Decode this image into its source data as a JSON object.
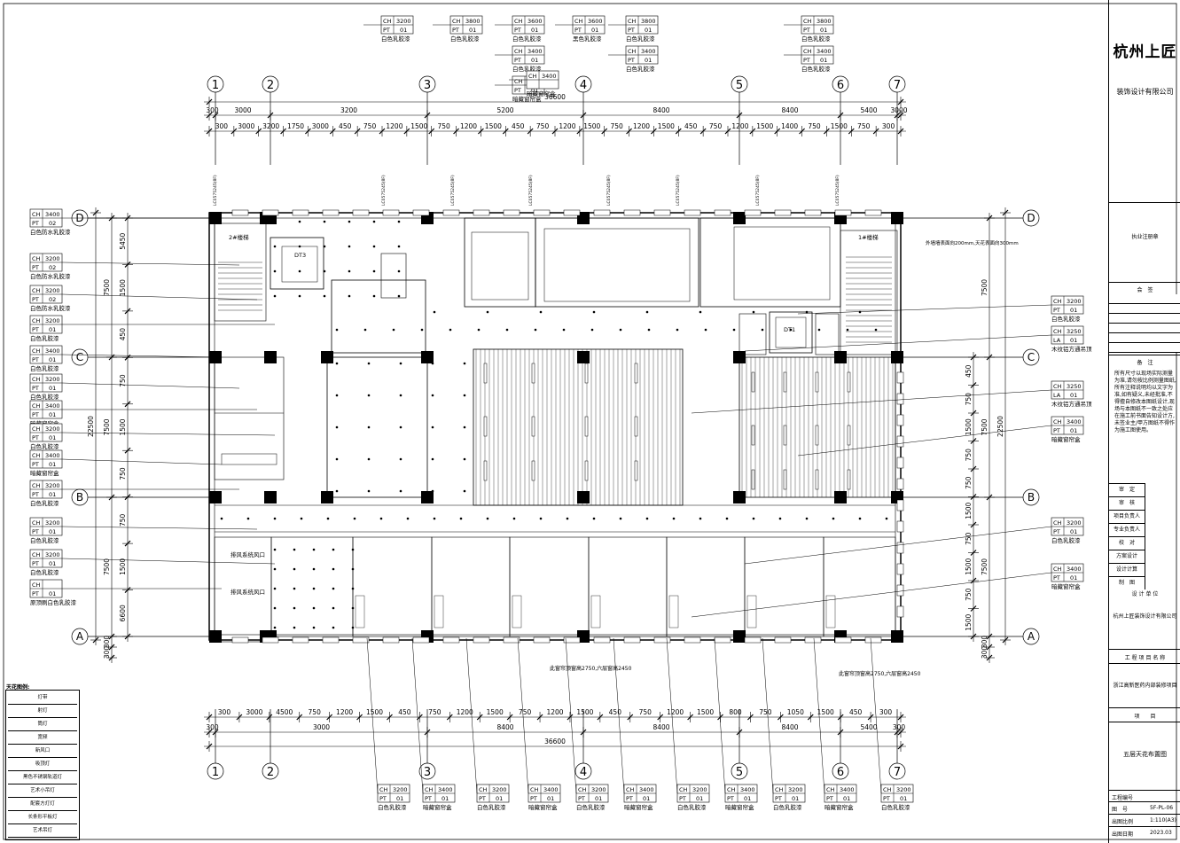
{
  "title_block": {
    "company": "杭州上匠",
    "company_full": "装饰设计有限公司",
    "reg_seal": "执业注册章",
    "countersign": "会　签",
    "remarks_title": "备　注",
    "remarks_text": "所有尺寸以现场实际测量为准,请勿按比例测量图纸,所有注释说明均以文字为准,如有疑义,未经批准,不得擅自修改本图纸设计,现场与本图纸不一致之处应在施工前书面告知设计方,未签业主/甲方图纸不得作为施工图使用。",
    "rows": [
      "审　定",
      "审　核",
      "项目负责人",
      "专业负责人",
      "校　对",
      "方案设计",
      "设计计算",
      "制　图"
    ],
    "design_unit_label": "设 计 单 位",
    "design_unit": "杭州上匠装饰设计有限公司",
    "project_name_label": "工 程 项 目 名 称",
    "project_name": "浙江高新医药内部装修项目",
    "item_label": "项　　目",
    "drawing_title": "五层天花布置图",
    "project_no_label": "工程编号",
    "drawing_no_label": "图　号",
    "drawing_no": "5F-PL-06",
    "scale_label": "出图比例",
    "scale": "1:110(A3)",
    "date_label": "出图日期",
    "date": "2023.03"
  },
  "grid": {
    "cols": [
      "1",
      "2",
      "3",
      "4",
      "5",
      "6",
      "7"
    ],
    "rows": [
      "D",
      "C",
      "B",
      "A"
    ]
  },
  "dims": {
    "top_total": "36600",
    "bottom_total": "36600",
    "top_row1": [
      "300",
      "3000",
      "3200",
      "5200",
      "8400",
      "8400",
      "5400",
      "3000",
      "300"
    ],
    "top_row2": [
      "300",
      "3000",
      "3200",
      "1750",
      "3000",
      "450",
      "750",
      "1200",
      "1500",
      "750",
      "1200",
      "1500",
      "450",
      "750",
      "1200",
      "1500",
      "750",
      "1200",
      "1500",
      "450",
      "750",
      "1200",
      "1500",
      "1400",
      "750",
      "1500",
      "750",
      "300"
    ],
    "bottom_row1": [
      "300",
      "3000",
      "4500",
      "750",
      "1200",
      "1500",
      "450",
      "750",
      "1200",
      "1500",
      "750",
      "1200",
      "1500",
      "450",
      "750",
      "1200",
      "1500",
      "800",
      "750",
      "1050",
      "1500",
      "450",
      "300"
    ],
    "bottom_row2": [
      "300",
      "3000",
      "8400",
      "8400",
      "8400",
      "5400",
      "300"
    ],
    "left_total": "22500",
    "left_spans": [
      "7500",
      "7500",
      "7500",
      "300",
      "300"
    ],
    "left_inner": [
      "5450",
      "1500",
      "450",
      "750",
      "1500",
      "750",
      "750",
      "1500",
      "6600"
    ],
    "right_total": "22500",
    "right_spans": [
      "7500",
      "7500",
      "7500",
      "300",
      "300"
    ],
    "right_inner": [
      "450",
      "750",
      "1500",
      "750",
      "750",
      "1500",
      "750",
      "1500",
      "750",
      "1500"
    ]
  },
  "tags": {
    "top": [
      {
        "ch": "3200",
        "code": "PT",
        "no": "01",
        "text": "白色乳胶漆"
      },
      {
        "ch": "3800",
        "code": "PT",
        "no": "01",
        "text": "白色乳胶漆"
      },
      {
        "ch": "3600",
        "code": "PT",
        "no": "01",
        "text": "白色乳胶漆"
      },
      {
        "ch": "3400",
        "code": "PT",
        "no": "01",
        "text": "白色乳胶漆"
      },
      {
        "ch": "3400",
        "code": "PT",
        "no": "01",
        "text": "暗藏窗帘盒"
      },
      {
        "ch": "3600",
        "code": "PT",
        "no": "01",
        "text": "黑色乳胶漆"
      },
      {
        "ch": "3800",
        "code": "PT",
        "no": "01",
        "text": "白色乳胶漆"
      },
      {
        "ch": "3400",
        "code": "PT",
        "no": "01",
        "text": "白色乳胶漆"
      },
      {
        "ch": "3400",
        "code": "",
        "no": "",
        "text": "暗藏窗帘盒"
      },
      {
        "ch": "3800",
        "code": "PT",
        "no": "01",
        "text": "白色乳胶漆"
      },
      {
        "ch": "3400",
        "code": "PT",
        "no": "01",
        "text": "白色乳胶漆"
      }
    ],
    "left": [
      {
        "ch": "3400",
        "code": "PT",
        "no": "02",
        "text": "白色防水乳胶漆"
      },
      {
        "ch": "3200",
        "code": "PT",
        "no": "02",
        "text": "白色防水乳胶漆"
      },
      {
        "ch": "3200",
        "code": "PT",
        "no": "02",
        "text": "白色防水乳胶漆"
      },
      {
        "ch": "3200",
        "code": "PT",
        "no": "01",
        "text": "白色乳胶漆"
      },
      {
        "ch": "3400",
        "code": "PT",
        "no": "01",
        "text": "白色乳胶漆"
      },
      {
        "ch": "3200",
        "code": "PT",
        "no": "01",
        "text": "白色乳胶漆"
      },
      {
        "ch": "3400",
        "code": "PT",
        "no": "01",
        "text": "暗藏窗帘盒"
      },
      {
        "ch": "3200",
        "code": "PT",
        "no": "01",
        "text": "白色乳胶漆"
      },
      {
        "ch": "3400",
        "code": "PT",
        "no": "01",
        "text": "暗藏窗帘盒"
      },
      {
        "ch": "3200",
        "code": "PT",
        "no": "01",
        "text": "白色乳胶漆"
      },
      {
        "ch": "3200",
        "code": "PT",
        "no": "01",
        "text": "白色乳胶漆"
      },
      {
        "ch": "3200",
        "code": "PT",
        "no": "01",
        "text": "白色乳胶漆"
      },
      {
        "ch": "",
        "code": "PT",
        "no": "01",
        "text": "原顶刷白色乳胶漆"
      }
    ],
    "right": [
      {
        "ch": "3200",
        "code": "PT",
        "no": "01",
        "text": "白色乳胶漆"
      },
      {
        "ch": "3250",
        "code": "LA",
        "no": "01",
        "text": "木纹铝方通吊顶"
      },
      {
        "ch": "3250",
        "code": "LA",
        "no": "01",
        "text": "木纹铝方通吊顶"
      },
      {
        "ch": "3400",
        "code": "PT",
        "no": "01",
        "text": "暗藏窗帘盒"
      },
      {
        "ch": "3200",
        "code": "PT",
        "no": "01",
        "text": "白色乳胶漆"
      },
      {
        "ch": "3400",
        "code": "PT",
        "no": "01",
        "text": "暗藏窗帘盒"
      }
    ],
    "bottom": [
      {
        "ch": "3200",
        "code": "PT",
        "no": "01",
        "text": "白色乳胶漆"
      },
      {
        "ch": "3400",
        "code": "PT",
        "no": "01",
        "text": "暗藏窗帘盒"
      },
      {
        "ch": "3200",
        "code": "PT",
        "no": "01",
        "text": "白色乳胶漆"
      },
      {
        "ch": "3400",
        "code": "PT",
        "no": "01",
        "text": "暗藏窗帘盒"
      },
      {
        "ch": "3200",
        "code": "PT",
        "no": "01",
        "text": "白色乳胶漆"
      },
      {
        "ch": "3400",
        "code": "PT",
        "no": "01",
        "text": "暗藏窗帘盒"
      },
      {
        "ch": "3200",
        "code": "PT",
        "no": "01",
        "text": "白色乳胶漆"
      },
      {
        "ch": "3400",
        "code": "PT",
        "no": "01",
        "text": "暗藏窗帘盒"
      },
      {
        "ch": "3200",
        "code": "PT",
        "no": "01",
        "text": "白色乳胶漆"
      },
      {
        "ch": "3400",
        "code": "PT",
        "no": "01",
        "text": "暗藏窗帘盒"
      },
      {
        "ch": "3200",
        "code": "PT",
        "no": "01",
        "text": "白色乳胶漆"
      }
    ]
  },
  "plan_labels": {
    "stair_left": "2#楼梯",
    "stair_right": "1#楼梯",
    "elevator_left": "DT3",
    "elevator_right": "DT1",
    "exhaust": "排风系统风口",
    "exhaust2": "排风系统风口",
    "note_right": "外墙墙表面向200mm,天花表面向300mm",
    "bottom_note1": "此窗帘顶窗高2750,六层窗高2450",
    "bottom_note2": "此窗帘顶窗高2750,六层窗高2450",
    "lc_small": "LC0575245(8F)"
  },
  "legend": {
    "title": "天花图例:",
    "items": [
      "灯带",
      "射灯",
      "筒灯",
      "宽频",
      "新风口",
      "吸顶灯",
      "黑色不锈钢轨道灯",
      "艺术小吊灯",
      "配套方灯灯",
      "长条形平板灯",
      "艺术吊灯"
    ]
  }
}
